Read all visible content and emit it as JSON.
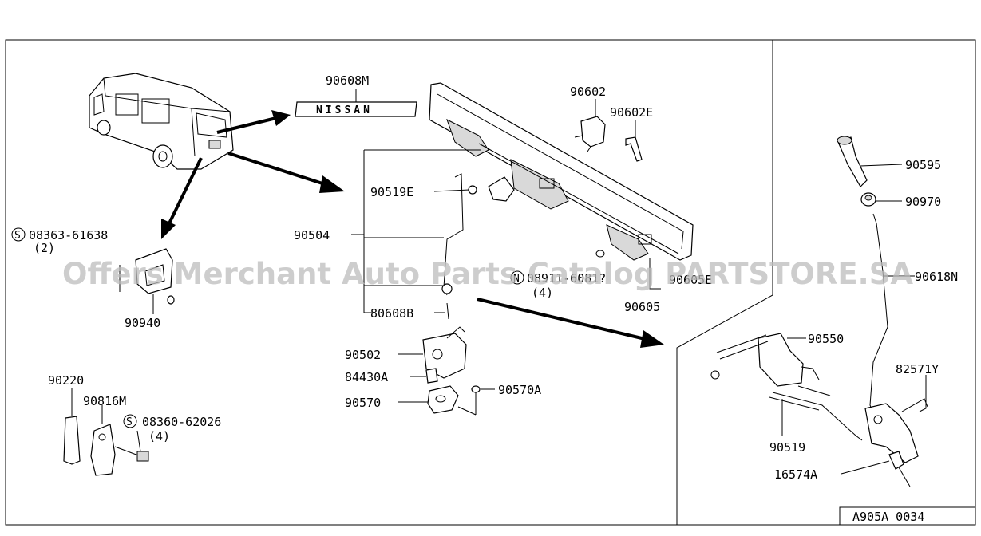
{
  "labels": {
    "p90608M": "90608M",
    "emblem_text": "NISSAN",
    "p90602": "90602",
    "p90602E": "90602E",
    "p90595": "90595",
    "p90970": "90970",
    "p90618N": "90618N",
    "p90519E": "90519E",
    "p90504": "90504",
    "p80608B": "80608B",
    "n_bolt": "08911-6081?",
    "n_bolt_qty": "(4)",
    "n_sym": "N",
    "p90605E": "90605E",
    "p90605": "90605",
    "s1_sym": "S",
    "s1_part": "08363-61638",
    "s1_qty": "(2)",
    "p90940": "90940",
    "p90502": "90502",
    "p84430A": "84430A",
    "p90570": "90570",
    "p90570A": "90570A",
    "p90550": "90550",
    "p82571Y": "82571Y",
    "p90519": "90519",
    "p16574A": "16574A",
    "p90220": "90220",
    "p90816M": "90816M",
    "s2_sym": "S",
    "s2_part": "08360-62026",
    "s2_qty": "(4)",
    "diagram_code": "A905A 0034"
  },
  "watermark": "Offers Merchant Auto Parts Catalog PARTSTORE.SA",
  "colors": {
    "line": "#000000",
    "background": "#ffffff",
    "watermark": "#bdbdbd"
  }
}
